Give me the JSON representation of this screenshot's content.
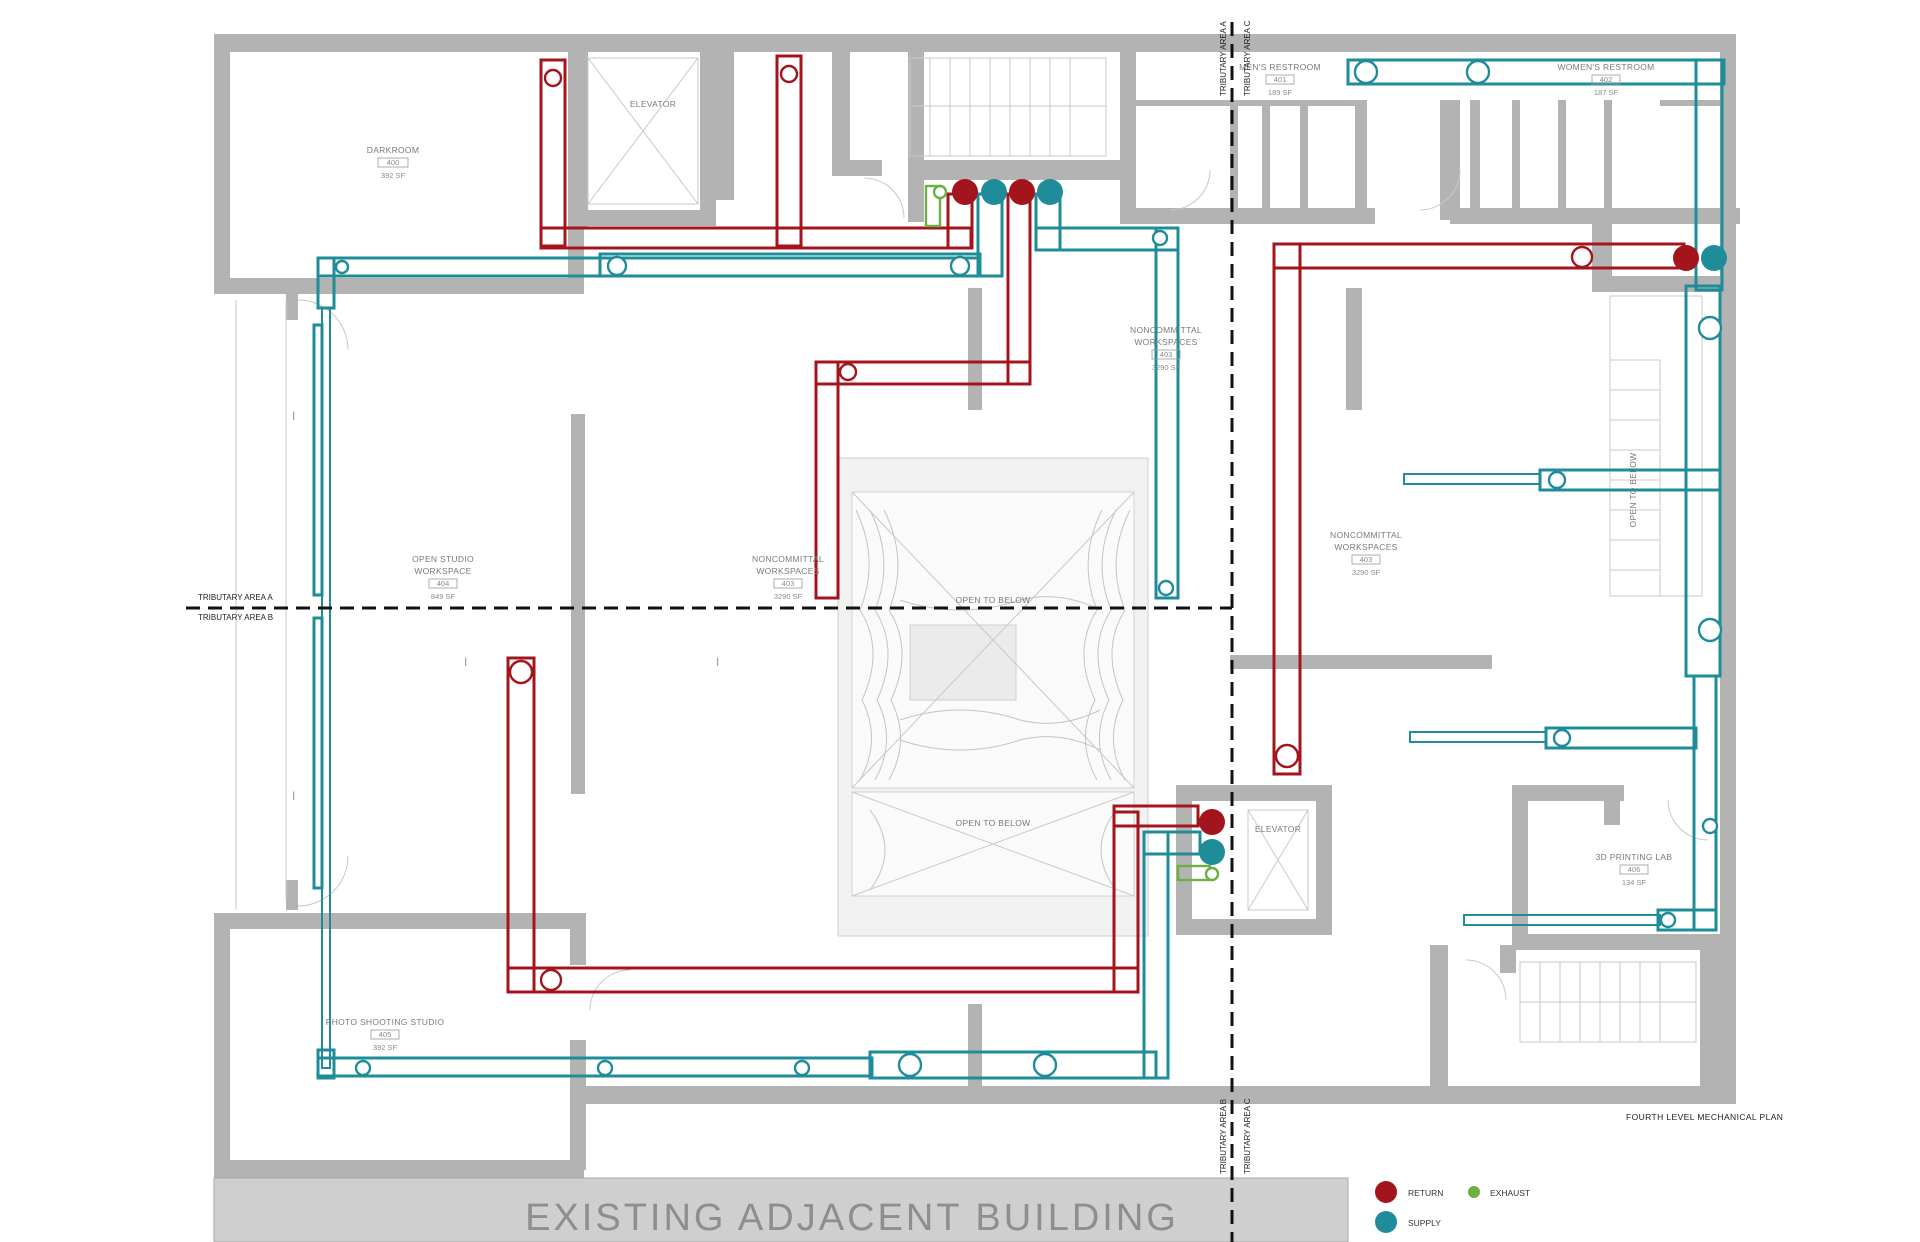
{
  "sheet_title": "FOURTH LEVEL MECHANICAL PLAN",
  "adjacent_building": "EXISTING ADJACENT BUILDING",
  "rooms": {
    "darkroom": {
      "name": "DARKROOM",
      "number": "400",
      "area": "392 SF"
    },
    "elevator_north": {
      "name": "ELEVATOR"
    },
    "mens_restroom": {
      "name": "MEN'S RESTROOM",
      "number": "401",
      "area": "189 SF"
    },
    "womens_restroom": {
      "name": "WOMEN'S RESTROOM",
      "number": "402",
      "area": "187 SF"
    },
    "open_studio": {
      "name_line1": "OPEN STUDIO",
      "name_line2": "WORKSPACE",
      "number": "404",
      "area": "849 SF"
    },
    "noncommittal_center": {
      "name_line1": "NONCOMMITTAL",
      "name_line2": "WORKSPACES",
      "number": "403",
      "area": "3290 SF"
    },
    "noncommittal_north": {
      "name_line1": "NONCOMMITTAL",
      "name_line2": "WORKSPACES",
      "number": "403",
      "area": "3290 SF"
    },
    "noncommittal_east": {
      "name_line1": "NONCOMMITTAL",
      "name_line2": "WORKSPACES",
      "number": "403",
      "area": "3290 SF"
    },
    "printing_lab": {
      "name": "3D PRINTING LAB",
      "number": "406",
      "area": "134 SF"
    },
    "photo_studio": {
      "name": "PHOTO SHOOTING STUDIO",
      "number": "405",
      "area": "392 SF"
    },
    "elevator_south": {
      "name": "ELEVATOR"
    },
    "open_below_1": {
      "name": "OPEN TO BELOW"
    },
    "open_below_2": {
      "name": "OPEN TO BELOW"
    },
    "open_below_3": {
      "name": "OPEN TO BELOW"
    }
  },
  "tributary": {
    "area_a": "TRIBUTARY AREA A",
    "area_b": "TRIBUTARY AREA B",
    "area_c": "TRIBUTARY AREA C"
  },
  "legend": {
    "return": {
      "label": "RETURN",
      "color": "#a3141c"
    },
    "supply": {
      "label": "SUPPLY",
      "color": "#1f8c99"
    },
    "exhaust": {
      "label": "EXHAUST",
      "color": "#6bb043"
    }
  }
}
